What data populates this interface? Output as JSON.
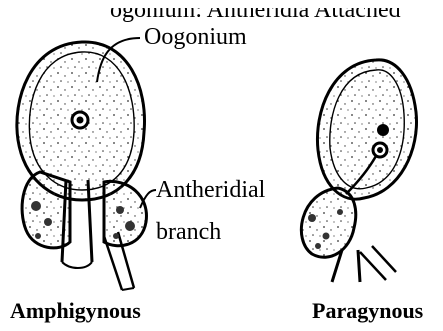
{
  "header": {
    "partial_text": "ogonium: Antheridia Attached"
  },
  "labels": {
    "oogonium": "Oogonium",
    "antheridial_line1": "Antheridial",
    "antheridial_line2": "branch"
  },
  "figures": [
    {
      "caption": "Amphigynous"
    },
    {
      "caption": "Paragynous"
    }
  ]
}
